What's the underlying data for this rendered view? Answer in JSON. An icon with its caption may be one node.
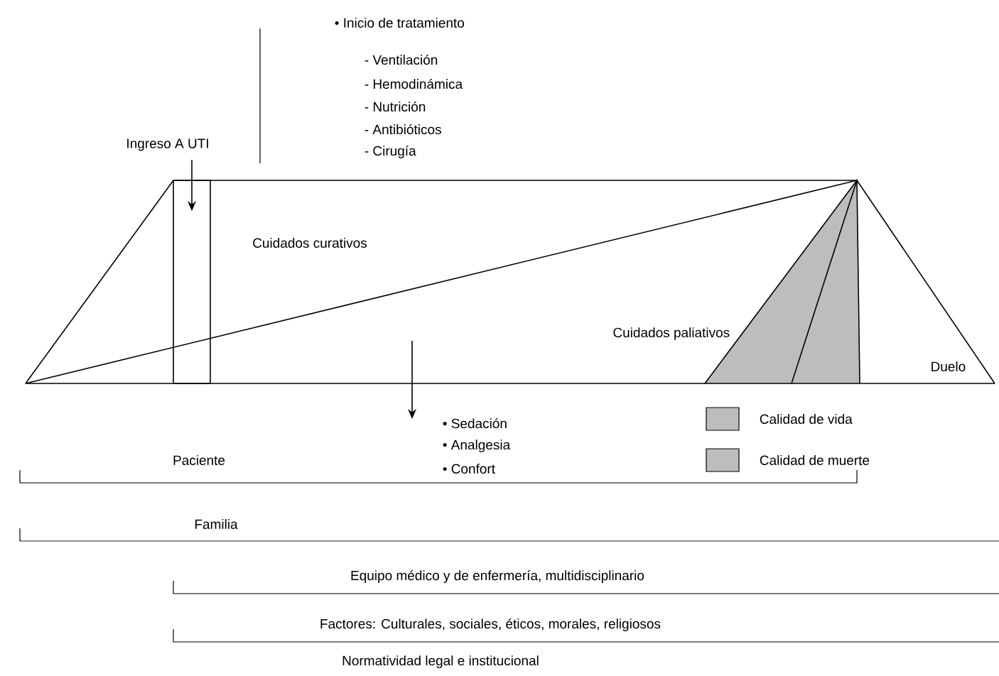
{
  "diagram": {
    "nodes": [
      {
        "text": [
          "Ingreso A UTI"
        ]
      },
      {
        "text": [],
        "shape": "box"
      }
    ],
    "edges": [
      {
        "from": 0,
        "to": 1,
        "arrow": "to"
      }
    ],
    "labels": [
      "• Inicio de tratamiento",
      "- Ventilación",
      "- Hemodinámica",
      "- Nutrición",
      "- Antibióticos",
      "- Cirugía",
      "Cuidados curativos",
      "Cuidados paliativos",
      "Duelo",
      "• Sedación",
      "• Analgesia",
      "• Confort",
      "Paciente",
      "Familia",
      "Equipo médico y de enfermería, multidisciplinario",
      "Factores: Culturales, sociales, éticos, morales, religiosos",
      "Normatividad legal e institucional"
    ],
    "legend": [
      {
        "text": "Calidad de vida",
        "color": "#bdbdbd"
      },
      {
        "text": "Calidad de muerte",
        "color": "#bdbdbd"
      }
    ]
  }
}
